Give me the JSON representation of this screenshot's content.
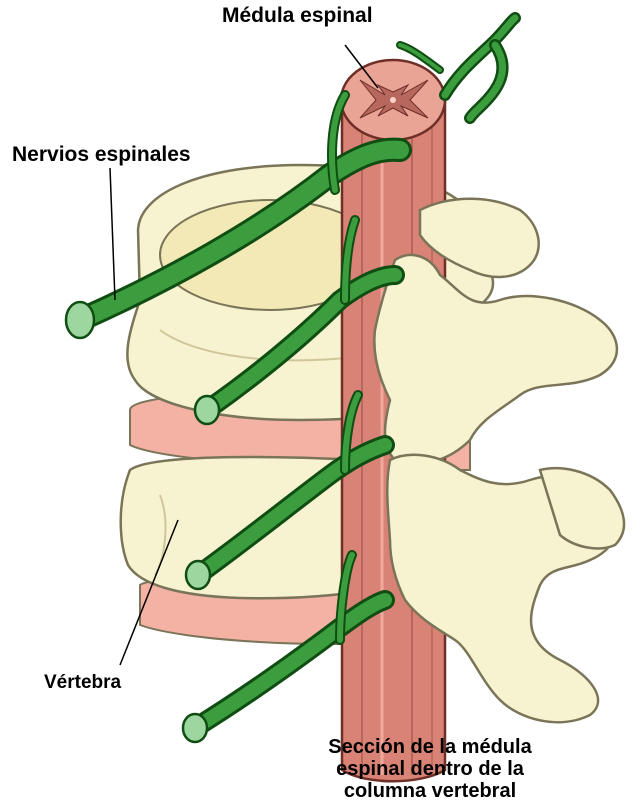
{
  "labels": {
    "spinal_cord": "Médula espinal",
    "spinal_nerves": "Nervios espinales",
    "vertebra": "Vértebra"
  },
  "caption": {
    "line1": "Sección de la médula",
    "line2": "espinal dentro de la",
    "line3": "columna vertebral"
  },
  "colors": {
    "bone": "#f7f2cf",
    "bone_outline": "#7a7458",
    "disc": "#f3b2a4",
    "spinal_cord": "#d98276",
    "nerve": "#3c9d3f",
    "nerve_outline": "#0f4d12",
    "nerve_end": "#9ed6a0"
  },
  "icons": {
    "nerve_end": "nerve-end-icon"
  }
}
